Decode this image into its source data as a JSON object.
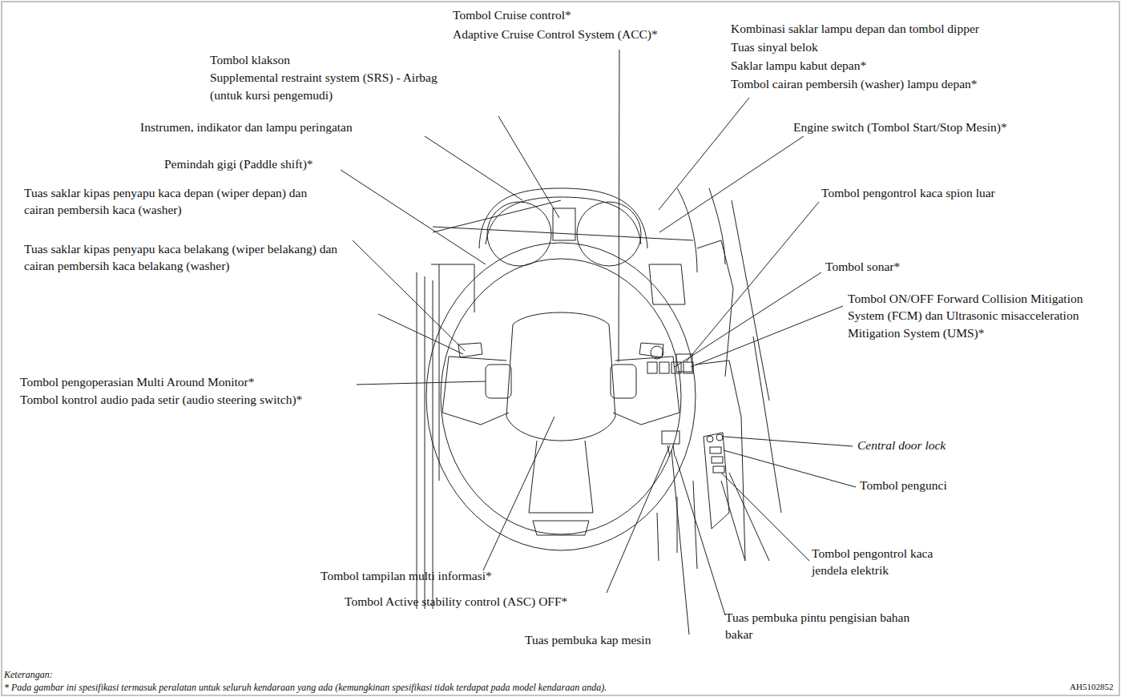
{
  "diagram": {
    "labels": [
      "Tombol Cruise control*",
      "Adaptive Cruise Control System (ACC)*",
      "Tombol klakson",
      "Supplemental restraint system (SRS) - Airbag",
      "(untuk kursi pengemudi)",
      "Kombinasi saklar lampu depan dan tombol dipper",
      "Tuas sinyal belok",
      "Saklar lampu kabut depan*",
      "Tombol cairan pembersih (washer) lampu depan*",
      "Instrumen, indikator dan lampu peringatan",
      "Engine switch (Tombol Start/Stop Mesin)*",
      "Pemindah gigi (Paddle shift)*",
      "Tuas saklar kipas penyapu kaca depan (wiper depan) dan cairan pembersih kaca (washer)",
      "Tuas saklar kipas penyapu kaca belakang (wiper belakang) dan cairan pembersih kaca belakang (washer)",
      "Tombol pengontrol kaca spion luar",
      "Tombol sonar*",
      "Tombol ON/OFF Forward Collision Mitigation System (FCM) dan Ultrasonic misacceleration Mitigation System (UMS)*",
      "Tombol pengoperasian Multi Around Monitor*",
      "Tombol kontrol audio pada setir (audio steering switch)*",
      "Central door lock",
      "Tombol pengunci",
      "Tombol pengontrol kaca jendela elektrik",
      "Tombol tampilan multi informasi*",
      "Tombol Active stability control (ASC) OFF*",
      "Tuas pembuka pintu pengisian bahan bakar",
      "Tuas pembuka kap mesin",
      "Keterangan:",
      "* Pada gambar ini spesifikasi termasuk peralatan untuk seluruh kendaraan yang ada (kemungkinan spesifikasi tidak terdapat pada model kendaraan anda).",
      "AH5102852"
    ]
  }
}
